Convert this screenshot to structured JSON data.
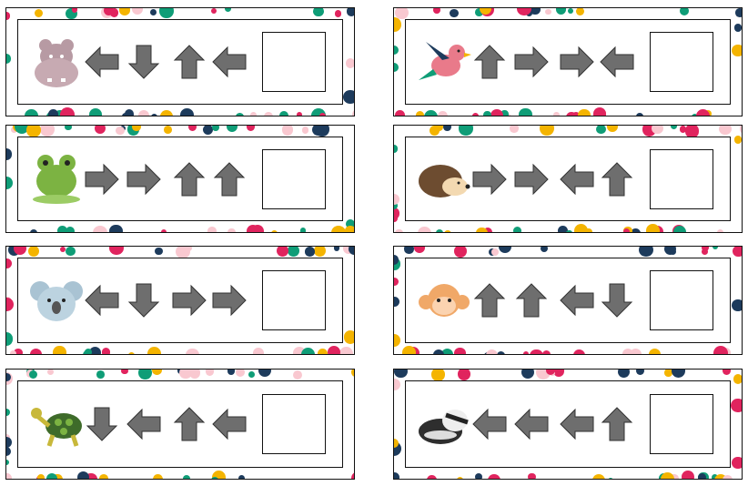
{
  "colors": {
    "arrow_fill": "#6e6e6e",
    "arrow_stroke": "#333333",
    "dots": [
      "#e0245e",
      "#f4b400",
      "#0f9d77",
      "#1d3b5c",
      "#f9c8d0"
    ]
  },
  "cards": [
    {
      "animal_icon": "hippo-icon",
      "arrows": [
        "left",
        "down",
        "up",
        "left"
      ]
    },
    {
      "animal_icon": "bird-icon",
      "arrows": [
        "up",
        "right",
        "right",
        "left"
      ]
    },
    {
      "animal_icon": "frog-icon",
      "arrows": [
        "right",
        "right",
        "up",
        "up"
      ]
    },
    {
      "animal_icon": "hedgehog-icon",
      "arrows": [
        "right",
        "right",
        "left",
        "up"
      ]
    },
    {
      "animal_icon": "koala-icon",
      "arrows": [
        "left",
        "down",
        "right",
        "right"
      ]
    },
    {
      "animal_icon": "monkey-icon",
      "arrows": [
        "up",
        "up",
        "left",
        "down"
      ]
    },
    {
      "animal_icon": "turtle-icon",
      "arrows": [
        "down",
        "left",
        "up",
        "left"
      ]
    },
    {
      "animal_icon": "badger-icon",
      "arrows": [
        "left",
        "left",
        "left",
        "up"
      ]
    }
  ]
}
